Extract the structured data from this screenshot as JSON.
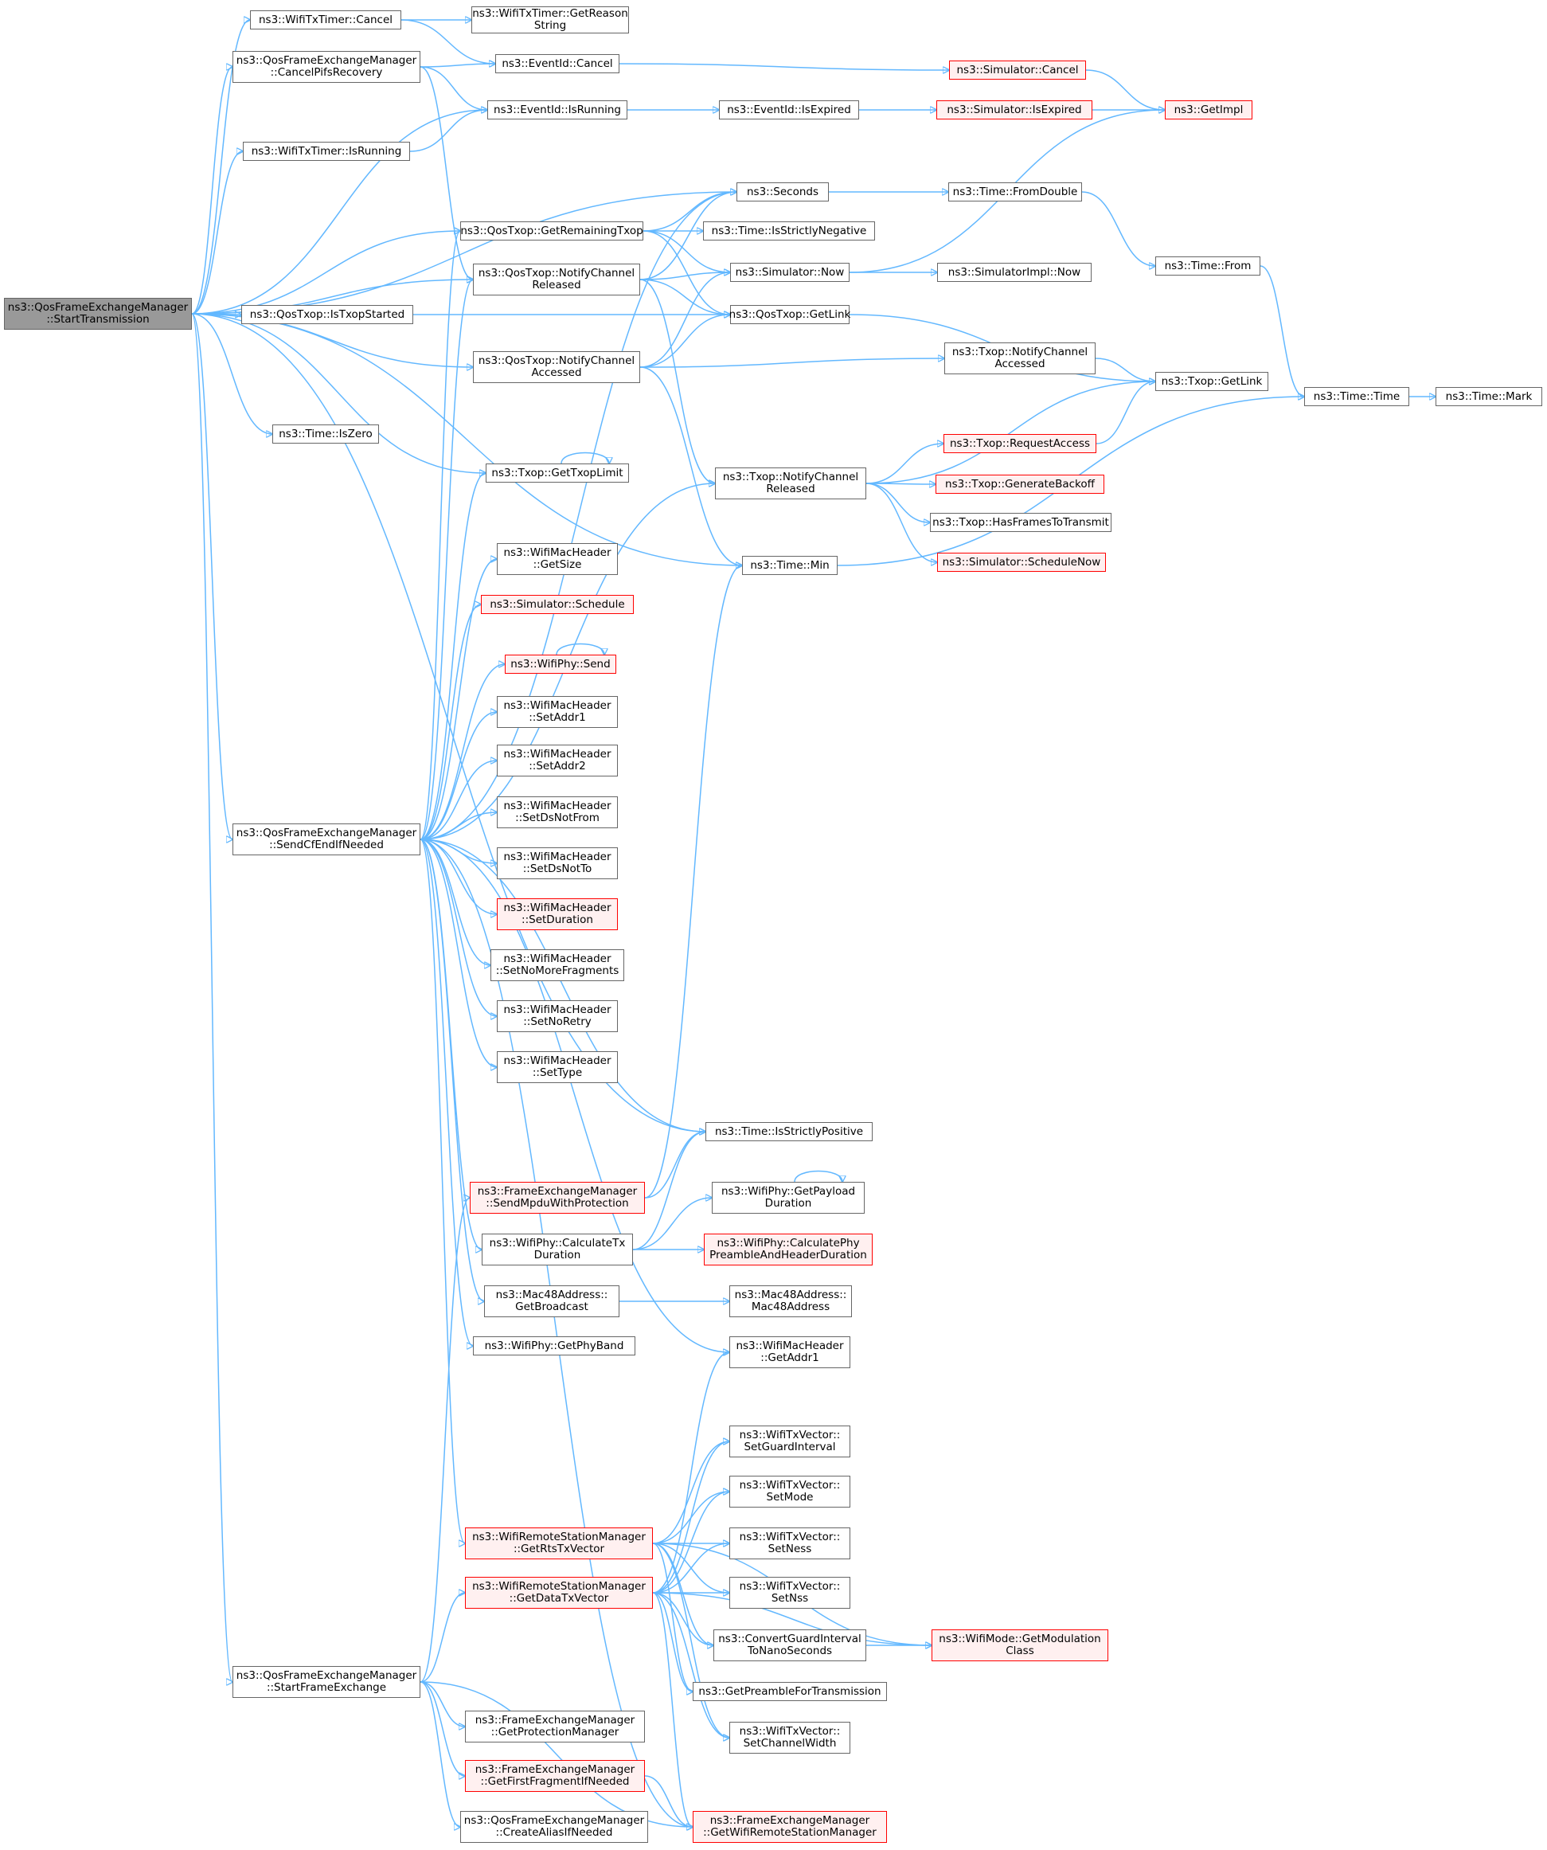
{
  "nodes": [
    {
      "id": "root",
      "lines": [
        "ns3::QosFrameExchangeManager",
        "::StartTransmission"
      ],
      "style": "root"
    },
    {
      "id": "txtimer_cancel",
      "lines": [
        "ns3::WifiTxTimer::Cancel"
      ]
    },
    {
      "id": "reason",
      "lines": [
        "ns3::WifiTxTimer::GetReason",
        "String"
      ]
    },
    {
      "id": "cancelpifs",
      "lines": [
        "ns3::QosFrameExchangeManager",
        "::CancelPifsRecovery"
      ]
    },
    {
      "id": "eid_cancel",
      "lines": [
        "ns3::EventId::Cancel"
      ]
    },
    {
      "id": "sim_cancel",
      "lines": [
        "ns3::Simulator::Cancel"
      ],
      "style": "red"
    },
    {
      "id": "getimpl",
      "lines": [
        "ns3::GetImpl"
      ],
      "style": "red"
    },
    {
      "id": "eid_isrunning",
      "lines": [
        "ns3::EventId::IsRunning"
      ]
    },
    {
      "id": "eid_isexpired",
      "lines": [
        "ns3::EventId::IsExpired"
      ]
    },
    {
      "id": "sim_isexpired",
      "lines": [
        "ns3::Simulator::IsExpired"
      ],
      "style": "red"
    },
    {
      "id": "txtimer_isrunning",
      "lines": [
        "ns3::WifiTxTimer::IsRunning"
      ]
    },
    {
      "id": "seconds",
      "lines": [
        "ns3::Seconds"
      ]
    },
    {
      "id": "fromdouble",
      "lines": [
        "ns3::Time::FromDouble"
      ]
    },
    {
      "id": "remtxop",
      "lines": [
        "ns3::QosTxop::GetRemainingTxop"
      ]
    },
    {
      "id": "strictneg",
      "lines": [
        "ns3::Time::IsStrictlyNegative"
      ]
    },
    {
      "id": "time_from",
      "lines": [
        "ns3::Time::From"
      ]
    },
    {
      "id": "qos_released",
      "lines": [
        "ns3::QosTxop::NotifyChannel",
        "Released"
      ]
    },
    {
      "id": "sim_now",
      "lines": [
        "ns3::Simulator::Now"
      ]
    },
    {
      "id": "simimpl_now",
      "lines": [
        "ns3::SimulatorImpl::Now"
      ]
    },
    {
      "id": "istxopstarted",
      "lines": [
        "ns3::QosTxop::IsTxopStarted"
      ]
    },
    {
      "id": "qos_getlink",
      "lines": [
        "ns3::QosTxop::GetLink"
      ]
    },
    {
      "id": "qos_accessed",
      "lines": [
        "ns3::QosTxop::NotifyChannel",
        "Accessed"
      ]
    },
    {
      "id": "txop_accessed",
      "lines": [
        "ns3::Txop::NotifyChannel",
        "Accessed"
      ]
    },
    {
      "id": "txop_getlink",
      "lines": [
        "ns3::Txop::GetLink"
      ]
    },
    {
      "id": "time_time",
      "lines": [
        "ns3::Time::Time"
      ]
    },
    {
      "id": "time_mark",
      "lines": [
        "ns3::Time::Mark"
      ]
    },
    {
      "id": "iszero",
      "lines": [
        "ns3::Time::IsZero"
      ]
    },
    {
      "id": "requestaccess",
      "lines": [
        "ns3::Txop::RequestAccess"
      ],
      "style": "red"
    },
    {
      "id": "gettxoplimit",
      "lines": [
        "ns3::Txop::GetTxopLimit"
      ]
    },
    {
      "id": "txop_released",
      "lines": [
        "ns3::Txop::NotifyChannel",
        "Released"
      ]
    },
    {
      "id": "genbackoff",
      "lines": [
        "ns3::Txop::GenerateBackoff"
      ],
      "style": "red"
    },
    {
      "id": "hasframes",
      "lines": [
        "ns3::Txop::HasFramesToTransmit"
      ]
    },
    {
      "id": "getsize",
      "lines": [
        "ns3::WifiMacHeader",
        "::GetSize"
      ]
    },
    {
      "id": "schedulenow",
      "lines": [
        "ns3::Simulator::ScheduleNow"
      ],
      "style": "red"
    },
    {
      "id": "time_min",
      "lines": [
        "ns3::Time::Min"
      ]
    },
    {
      "id": "schedule",
      "lines": [
        "ns3::Simulator::Schedule"
      ],
      "style": "red"
    },
    {
      "id": "phy_send",
      "lines": [
        "ns3::WifiPhy::Send"
      ],
      "style": "red"
    },
    {
      "id": "setaddr1",
      "lines": [
        "ns3::WifiMacHeader",
        "::SetAddr1"
      ]
    },
    {
      "id": "setaddr2",
      "lines": [
        "ns3::WifiMacHeader",
        "::SetAddr2"
      ]
    },
    {
      "id": "setdsnotfrom",
      "lines": [
        "ns3::WifiMacHeader",
        "::SetDsNotFrom"
      ]
    },
    {
      "id": "sendcfend",
      "lines": [
        "ns3::QosFrameExchangeManager",
        "::SendCfEndIfNeeded"
      ]
    },
    {
      "id": "setdsnotto",
      "lines": [
        "ns3::WifiMacHeader",
        "::SetDsNotTo"
      ]
    },
    {
      "id": "setduration",
      "lines": [
        "ns3::WifiMacHeader",
        "::SetDuration"
      ],
      "style": "red"
    },
    {
      "id": "setnomore",
      "lines": [
        "ns3::WifiMacHeader",
        "::SetNoMoreFragments"
      ]
    },
    {
      "id": "setnoretry",
      "lines": [
        "ns3::WifiMacHeader",
        "::SetNoRetry"
      ]
    },
    {
      "id": "settype",
      "lines": [
        "ns3::WifiMacHeader",
        "::SetType"
      ]
    },
    {
      "id": "strictpos",
      "lines": [
        "ns3::Time::IsStrictlyPositive"
      ]
    },
    {
      "id": "sendmpdu",
      "lines": [
        "ns3::FrameExchangeManager",
        "::SendMpduWithProtection"
      ],
      "style": "red"
    },
    {
      "id": "payloaddur",
      "lines": [
        "ns3::WifiPhy::GetPayload",
        "Duration"
      ]
    },
    {
      "id": "calctx",
      "lines": [
        "ns3::WifiPhy::CalculateTx",
        "Duration"
      ]
    },
    {
      "id": "calcpreamble",
      "lines": [
        "ns3::WifiPhy::CalculatePhy",
        "PreambleAndHeaderDuration"
      ],
      "style": "red"
    },
    {
      "id": "getbroadcast",
      "lines": [
        "ns3::Mac48Address::",
        "GetBroadcast"
      ]
    },
    {
      "id": "mac48",
      "lines": [
        "ns3::Mac48Address::",
        "Mac48Address"
      ]
    },
    {
      "id": "getphyband",
      "lines": [
        "ns3::WifiPhy::GetPhyBand"
      ]
    },
    {
      "id": "getaddr1",
      "lines": [
        "ns3::WifiMacHeader",
        "::GetAddr1"
      ]
    },
    {
      "id": "setguard",
      "lines": [
        "ns3::WifiTxVector::",
        "SetGuardInterval"
      ]
    },
    {
      "id": "setmode",
      "lines": [
        "ns3::WifiTxVector::",
        "SetMode"
      ]
    },
    {
      "id": "getrts",
      "lines": [
        "ns3::WifiRemoteStationManager",
        "::GetRtsTxVector"
      ],
      "style": "red"
    },
    {
      "id": "setness",
      "lines": [
        "ns3::WifiTxVector::",
        "SetNess"
      ]
    },
    {
      "id": "getdata",
      "lines": [
        "ns3::WifiRemoteStationManager",
        "::GetDataTxVector"
      ],
      "style": "red"
    },
    {
      "id": "setnss",
      "lines": [
        "ns3::WifiTxVector::",
        "SetNss"
      ]
    },
    {
      "id": "convguard",
      "lines": [
        "ns3::ConvertGuardInterval",
        "ToNanoSeconds"
      ]
    },
    {
      "id": "getmodclass",
      "lines": [
        "ns3::WifiMode::GetModulation",
        "Class"
      ],
      "style": "red"
    },
    {
      "id": "startframe",
      "lines": [
        "ns3::QosFrameExchangeManager",
        "::StartFrameExchange"
      ]
    },
    {
      "id": "getpreamble",
      "lines": [
        "ns3::GetPreambleForTransmission"
      ]
    },
    {
      "id": "setchwidth",
      "lines": [
        "ns3::WifiTxVector::",
        "SetChannelWidth"
      ]
    },
    {
      "id": "getprotmgr",
      "lines": [
        "ns3::FrameExchangeManager",
        "::GetProtectionManager"
      ]
    },
    {
      "id": "getfirstfrag",
      "lines": [
        "ns3::FrameExchangeManager",
        "::GetFirstFragmentIfNeeded"
      ],
      "style": "red"
    },
    {
      "id": "createalias",
      "lines": [
        "ns3::QosFrameExchangeManager",
        "::CreateAliasIfNeeded"
      ]
    },
    {
      "id": "getwrsm",
      "lines": [
        "ns3::FrameExchangeManager",
        "::GetWifiRemoteStationManager"
      ],
      "style": "red"
    }
  ],
  "edges": [
    [
      "root",
      "txtimer_cancel"
    ],
    [
      "root",
      "cancelpifs"
    ],
    [
      "root",
      "eid_isrunning"
    ],
    [
      "root",
      "txtimer_isrunning"
    ],
    [
      "root",
      "seconds"
    ],
    [
      "root",
      "remtxop"
    ],
    [
      "root",
      "qos_released"
    ],
    [
      "root",
      "istxopstarted"
    ],
    [
      "root",
      "qos_accessed"
    ],
    [
      "root",
      "iszero"
    ],
    [
      "root",
      "gettxoplimit"
    ],
    [
      "root",
      "time_min"
    ],
    [
      "root",
      "sendcfend"
    ],
    [
      "root",
      "strictpos"
    ],
    [
      "root",
      "startframe"
    ],
    [
      "txtimer_cancel",
      "reason"
    ],
    [
      "txtimer_cancel",
      "eid_cancel"
    ],
    [
      "cancelpifs",
      "eid_cancel"
    ],
    [
      "cancelpifs",
      "eid_isrunning"
    ],
    [
      "cancelpifs",
      "qos_released"
    ],
    [
      "eid_cancel",
      "sim_cancel"
    ],
    [
      "sim_cancel",
      "getimpl"
    ],
    [
      "eid_isrunning",
      "eid_isexpired"
    ],
    [
      "eid_isexpired",
      "sim_isexpired"
    ],
    [
      "sim_isexpired",
      "getimpl"
    ],
    [
      "txtimer_isrunning",
      "eid_isrunning"
    ],
    [
      "seconds",
      "fromdouble"
    ],
    [
      "fromdouble",
      "time_from"
    ],
    [
      "time_from",
      "time_time"
    ],
    [
      "time_time",
      "time_mark"
    ],
    [
      "remtxop",
      "seconds"
    ],
    [
      "remtxop",
      "strictneg"
    ],
    [
      "remtxop",
      "sim_now"
    ],
    [
      "remtxop",
      "qos_getlink"
    ],
    [
      "qos_released",
      "seconds"
    ],
    [
      "qos_released",
      "sim_now"
    ],
    [
      "qos_released",
      "qos_getlink"
    ],
    [
      "qos_released",
      "txop_released"
    ],
    [
      "sim_now",
      "getimpl"
    ],
    [
      "sim_now",
      "simimpl_now"
    ],
    [
      "istxopstarted",
      "qos_getlink"
    ],
    [
      "qos_getlink",
      "txop_getlink"
    ],
    [
      "qos_accessed",
      "qos_getlink"
    ],
    [
      "qos_accessed",
      "sim_now"
    ],
    [
      "qos_accessed",
      "txop_accessed"
    ],
    [
      "qos_accessed",
      "time_min"
    ],
    [
      "txop_accessed",
      "txop_getlink"
    ],
    [
      "gettxoplimit",
      "gettxoplimit"
    ],
    [
      "txop_released",
      "txop_getlink"
    ],
    [
      "txop_released",
      "requestaccess"
    ],
    [
      "txop_released",
      "genbackoff"
    ],
    [
      "txop_released",
      "hasframes"
    ],
    [
      "txop_released",
      "schedulenow"
    ],
    [
      "requestaccess",
      "txop_getlink"
    ],
    [
      "time_min",
      "time_time"
    ],
    [
      "phy_send",
      "phy_send"
    ],
    [
      "sendcfend",
      "seconds"
    ],
    [
      "sendcfend",
      "remtxop"
    ],
    [
      "sendcfend",
      "qos_released"
    ],
    [
      "sendcfend",
      "gettxoplimit"
    ],
    [
      "sendcfend",
      "txop_released"
    ],
    [
      "sendcfend",
      "getsize"
    ],
    [
      "sendcfend",
      "schedule"
    ],
    [
      "sendcfend",
      "phy_send"
    ],
    [
      "sendcfend",
      "setaddr1"
    ],
    [
      "sendcfend",
      "setaddr2"
    ],
    [
      "sendcfend",
      "setdsnotfrom"
    ],
    [
      "sendcfend",
      "setdsnotto"
    ],
    [
      "sendcfend",
      "setduration"
    ],
    [
      "sendcfend",
      "setnomore"
    ],
    [
      "sendcfend",
      "setnoretry"
    ],
    [
      "sendcfend",
      "settype"
    ],
    [
      "sendcfend",
      "strictpos"
    ],
    [
      "sendcfend",
      "calctx"
    ],
    [
      "sendcfend",
      "getbroadcast"
    ],
    [
      "sendcfend",
      "getphyband"
    ],
    [
      "sendcfend",
      "getaddr1"
    ],
    [
      "sendcfend",
      "getrts"
    ],
    [
      "sendcfend",
      "getwrsm"
    ],
    [
      "sendmpdu",
      "time_min"
    ],
    [
      "sendmpdu",
      "strictpos"
    ],
    [
      "calctx",
      "strictpos"
    ],
    [
      "calctx",
      "payloaddur"
    ],
    [
      "calctx",
      "calcpreamble"
    ],
    [
      "payloaddur",
      "payloaddur"
    ],
    [
      "getbroadcast",
      "mac48"
    ],
    [
      "getrts",
      "getmodclass"
    ],
    [
      "getrts",
      "setguard"
    ],
    [
      "getrts",
      "setmode"
    ],
    [
      "getrts",
      "setness"
    ],
    [
      "getrts",
      "setnss"
    ],
    [
      "getrts",
      "convguard"
    ],
    [
      "getrts",
      "getpreamble"
    ],
    [
      "getrts",
      "setchwidth"
    ],
    [
      "getdata",
      "getaddr1"
    ],
    [
      "getdata",
      "setguard"
    ],
    [
      "getdata",
      "setmode"
    ],
    [
      "getdata",
      "setness"
    ],
    [
      "getdata",
      "setnss"
    ],
    [
      "getdata",
      "convguard"
    ],
    [
      "getdata",
      "getpreamble"
    ],
    [
      "getdata",
      "setchwidth"
    ],
    [
      "getdata",
      "getmodclass"
    ],
    [
      "getdata",
      "getwrsm"
    ],
    [
      "convguard",
      "getmodclass"
    ],
    [
      "startframe",
      "sendmpdu"
    ],
    [
      "startframe",
      "getdata"
    ],
    [
      "startframe",
      "getprotmgr"
    ],
    [
      "startframe",
      "getfirstfrag"
    ],
    [
      "startframe",
      "createalias"
    ],
    [
      "startframe",
      "getwrsm"
    ],
    [
      "getfirstfrag",
      "getwrsm"
    ]
  ]
}
